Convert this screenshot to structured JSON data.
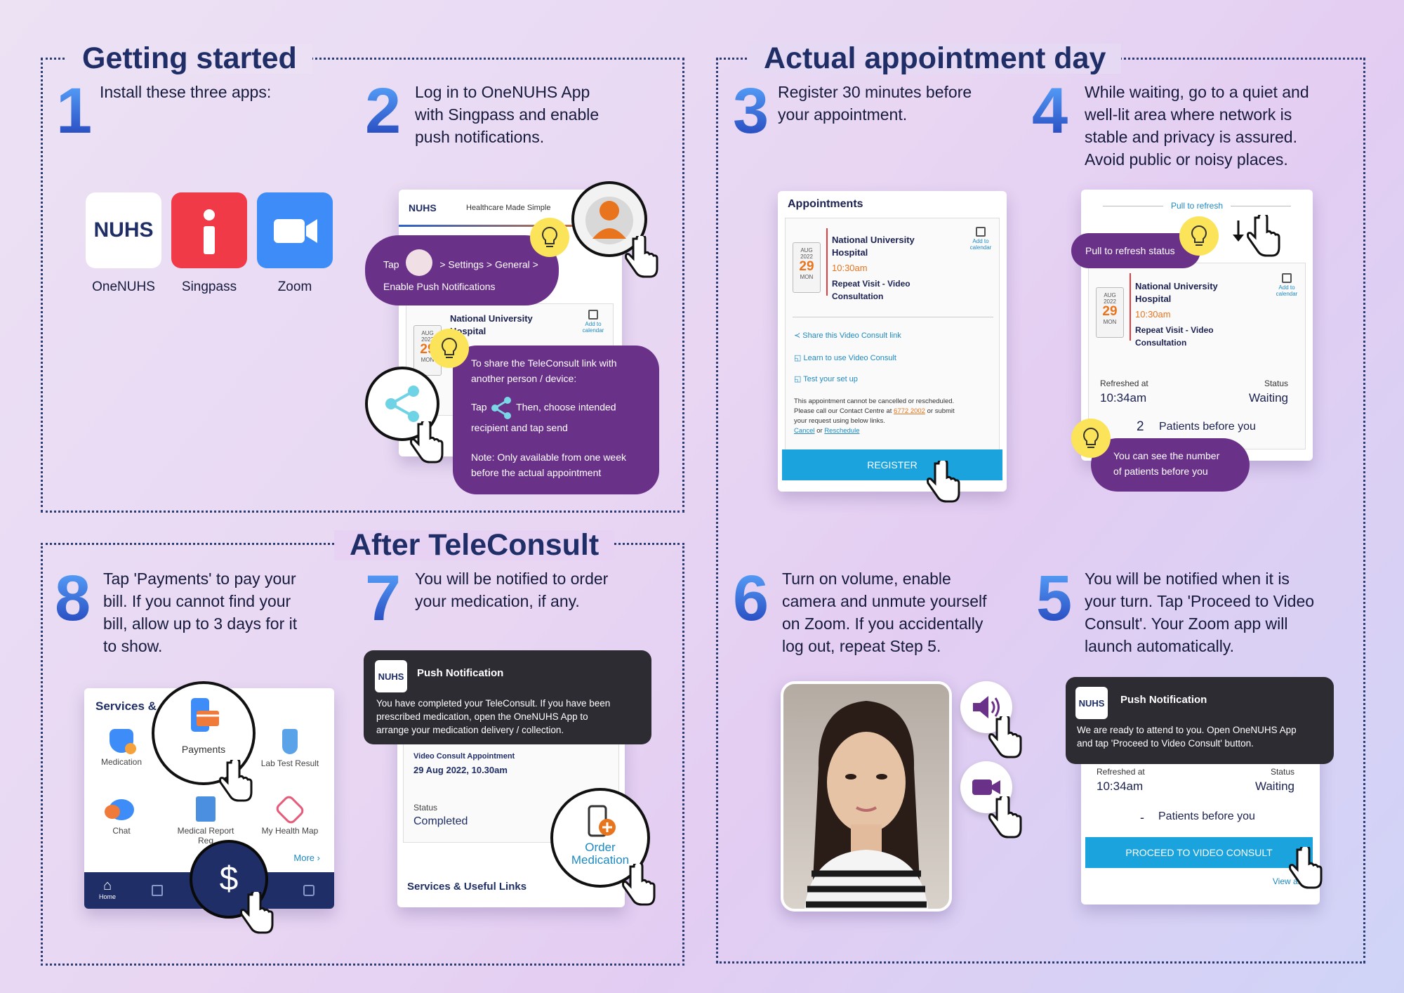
{
  "sections": {
    "getting_started": "Getting started",
    "appointment_day": "Actual appointment day",
    "after": "After TeleConsult"
  },
  "steps": {
    "s1": {
      "num": "1",
      "text": "Install these three apps:"
    },
    "s2": {
      "num": "2",
      "line1": "Log in to OneNUHS App",
      "line2": "with Singpass and enable",
      "line3": "push notifications."
    },
    "s3": {
      "num": "3",
      "line1": "Register 30 minutes before",
      "line2": "your appointment."
    },
    "s4": {
      "num": "4",
      "line1": "While waiting, go to a quiet and",
      "line2": "well-lit area where network is",
      "line3": "stable and privacy is assured.",
      "line4": "Avoid public or noisy places."
    },
    "s5": {
      "num": "5",
      "line1": "You will be notified when it is",
      "line2": "your turn. Tap 'Proceed to Video",
      "line3": "Consult'. Your Zoom app will",
      "line4": "launch automatically."
    },
    "s6": {
      "num": "6",
      "line1": "Turn on volume, enable",
      "line2": "camera and unmute yourself",
      "line3": "on Zoom. If you accidentally",
      "line4": "log out, repeat Step 5."
    },
    "s7": {
      "num": "7",
      "line1": "You will be notified to order",
      "line2": "your medication, if any."
    },
    "s8": {
      "num": "8",
      "line1": "Tap 'Payments' to pay your",
      "line2": "bill. If you cannot find your",
      "line3": "bill, allow up to 3 days for it",
      "line4": "to show."
    }
  },
  "apps": [
    {
      "label": "OneNUHS",
      "color": "#ffffff"
    },
    {
      "label": "Singpass",
      "color": "#f03a47"
    },
    {
      "label": "Zoom",
      "color": "#3d8cf7"
    }
  ],
  "nuhs_logo": "NUHS",
  "s2card": {
    "tagline": "Healthcare Made Simple",
    "tip1_pre": "Tap",
    "tip1_post": "> Settings > General >",
    "tip1_line2": "Enable Push Notifications",
    "hospital1": "National University",
    "hospital2": "Hospital",
    "add_cal": "Add to calendar",
    "month": "AUG",
    "year": "2022",
    "day": "29",
    "dow": "MON",
    "tip2_line1": "To share the TeleConsult link with",
    "tip2_line2": "another person / device:",
    "tip2_tap": "Tap",
    "tip2_then": "Then, choose intended",
    "tip2_line3": "recipient and tap send",
    "tip2_note1": "Note: Only available from one week",
    "tip2_note2": "before the actual appointment"
  },
  "s3card": {
    "header": "Appointments",
    "hospital1": "National University",
    "hospital2": "Hospital",
    "time": "10:30am",
    "visit1": "Repeat Visit - Video",
    "visit2": "Consultation",
    "month": "AUG",
    "year": "2022",
    "day": "29",
    "dow": "MON",
    "add_cal": "Add to calendar",
    "link1": "Share this Video Consult link",
    "link2": "Learn to use Video Consult",
    "link3": "Test your set up",
    "notice1": "This appointment cannot be cancelled or rescheduled.",
    "notice2_pre": "Please call our Contact Centre at",
    "phone": "6772 2002",
    "notice2_post": "or submit",
    "notice3": "your request using below links.",
    "cancel": "Cancel",
    "or": "or",
    "reschedule": "Reschedule",
    "register": "REGISTER"
  },
  "s4card": {
    "pull": "Pull to refresh",
    "pull_status": "Pull to refresh status",
    "hospital1": "National University",
    "hospital2": "Hospital",
    "time": "10:30am",
    "visit1": "Repeat Visit - Video",
    "visit2": "Consultation",
    "month": "AUG",
    "year": "2022",
    "day": "29",
    "dow": "MON",
    "add_cal": "Add to calendar",
    "refreshed_label": "Refreshed at",
    "refreshed": "10:34am",
    "status_label": "Status",
    "status": "Waiting",
    "count": "2",
    "patients": "Patients before you",
    "tip1": "You can see the number",
    "tip2": "of patients before you"
  },
  "s5card": {
    "notif_title": "Push Notification",
    "notif_body1": "We are ready to attend to you. Open OneNUHS App",
    "notif_body2": "and tap 'Proceed to Video Consult' button.",
    "refreshed_label": "Refreshed at",
    "refreshed": "10:34am",
    "status_label": "Status",
    "status": "Waiting",
    "count": "-",
    "patients": "Patients before you",
    "proceed": "PROCEED TO VIDEO CONSULT",
    "view_all": "View all"
  },
  "s7card": {
    "notif_title": "Push Notification",
    "notif_body1": "You have completed your TeleConsult. If you have been",
    "notif_body2": "prescribed medication, open the OneNUHS App to",
    "notif_body3": "arrange your medication delivery / collection.",
    "appt_label": "Video Consult Appointment",
    "appt": "29 Aug 2022, 10.30am",
    "status_label": "Status",
    "status": "Completed",
    "order1": "Order",
    "order2": "Medication",
    "links": "Services & Useful Links"
  },
  "s8card": {
    "title": "Services &",
    "payments": "Payments",
    "medication": "Medication",
    "lab": "Lab Test Result",
    "chat": "Chat",
    "report1": "Medical Report",
    "report2": "Req",
    "map": "My Health Map",
    "more": "More",
    "home": "Home",
    "dollar": "$"
  }
}
